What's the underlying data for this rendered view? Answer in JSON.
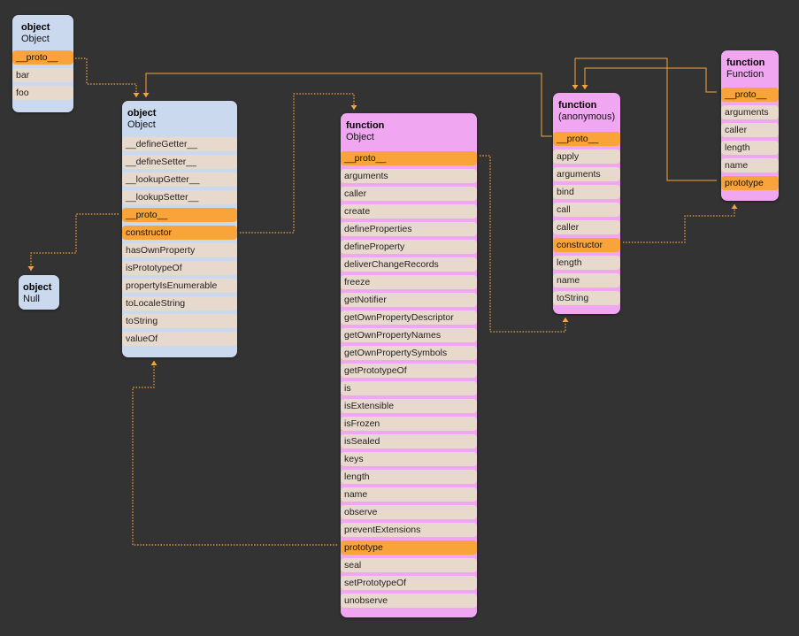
{
  "colors": {
    "background": "#333333",
    "object_box": "#cbd9ef",
    "function_box": "#f1a6f1",
    "property_row": "#e8d9cd",
    "link_row": "#f8a43a",
    "arrow": "#f8a43a"
  },
  "nodes": {
    "foo_object": {
      "kind": "object",
      "name": "Object",
      "props": [
        "__proto__",
        "bar",
        "foo"
      ],
      "highlighted": [
        "__proto__"
      ]
    },
    "object_prototype": {
      "kind": "object",
      "name": "Object",
      "props": [
        "__defineGetter__",
        "__defineSetter__",
        "__lookupGetter__",
        "__lookupSetter__",
        "__proto__",
        "constructor",
        "hasOwnProperty",
        "isPrototypeOf",
        "propertyIsEnumerable",
        "toLocaleString",
        "toString",
        "valueOf"
      ],
      "highlighted": [
        "__proto__",
        "constructor"
      ]
    },
    "null_object": {
      "kind": "object",
      "name": "Null",
      "props": [],
      "highlighted": []
    },
    "object_function": {
      "kind": "function",
      "name": "Object",
      "props": [
        "__proto__",
        "arguments",
        "caller",
        "create",
        "defineProperties",
        "defineProperty",
        "deliverChangeRecords",
        "freeze",
        "getNotifier",
        "getOwnPropertyDescriptor",
        "getOwnPropertyNames",
        "getOwnPropertySymbols",
        "getPrototypeOf",
        "is",
        "isExtensible",
        "isFrozen",
        "isSealed",
        "keys",
        "length",
        "name",
        "observe",
        "preventExtensions",
        "prototype",
        "seal",
        "setPrototypeOf",
        "unobserve"
      ],
      "highlighted": [
        "__proto__",
        "prototype"
      ]
    },
    "anonymous_function": {
      "kind": "function",
      "name": "(anonymous)",
      "props": [
        "__proto__",
        "apply",
        "arguments",
        "bind",
        "call",
        "caller",
        "constructor",
        "length",
        "name",
        "toString"
      ],
      "highlighted": [
        "__proto__",
        "constructor"
      ]
    },
    "function_function": {
      "kind": "function",
      "name": "Function",
      "props": [
        "__proto__",
        "arguments",
        "caller",
        "length",
        "name",
        "prototype"
      ],
      "highlighted": [
        "__proto__",
        "prototype"
      ]
    }
  },
  "links": [
    {
      "from_node": "foo_object",
      "from_prop": "__proto__",
      "to_node": "object_prototype",
      "style": "dotted"
    },
    {
      "from_node": "object_prototype",
      "from_prop": "__proto__",
      "to_node": "null_object",
      "style": "dotted"
    },
    {
      "from_node": "object_prototype",
      "from_prop": "constructor",
      "to_node": "object_function",
      "style": "dotted"
    },
    {
      "from_node": "object_function",
      "from_prop": "prototype",
      "to_node": "object_prototype",
      "style": "dotted"
    },
    {
      "from_node": "object_function",
      "from_prop": "__proto__",
      "to_node": "anonymous_function",
      "style": "dotted"
    },
    {
      "from_node": "anonymous_function",
      "from_prop": "__proto__",
      "to_node": "object_prototype",
      "style": "solid"
    },
    {
      "from_node": "anonymous_function",
      "from_prop": "constructor",
      "to_node": "function_function",
      "style": "dotted"
    },
    {
      "from_node": "function_function",
      "from_prop": "__proto__",
      "to_node": "anonymous_function",
      "style": "solid"
    },
    {
      "from_node": "function_function",
      "from_prop": "prototype",
      "to_node": "anonymous_function",
      "style": "solid"
    }
  ]
}
